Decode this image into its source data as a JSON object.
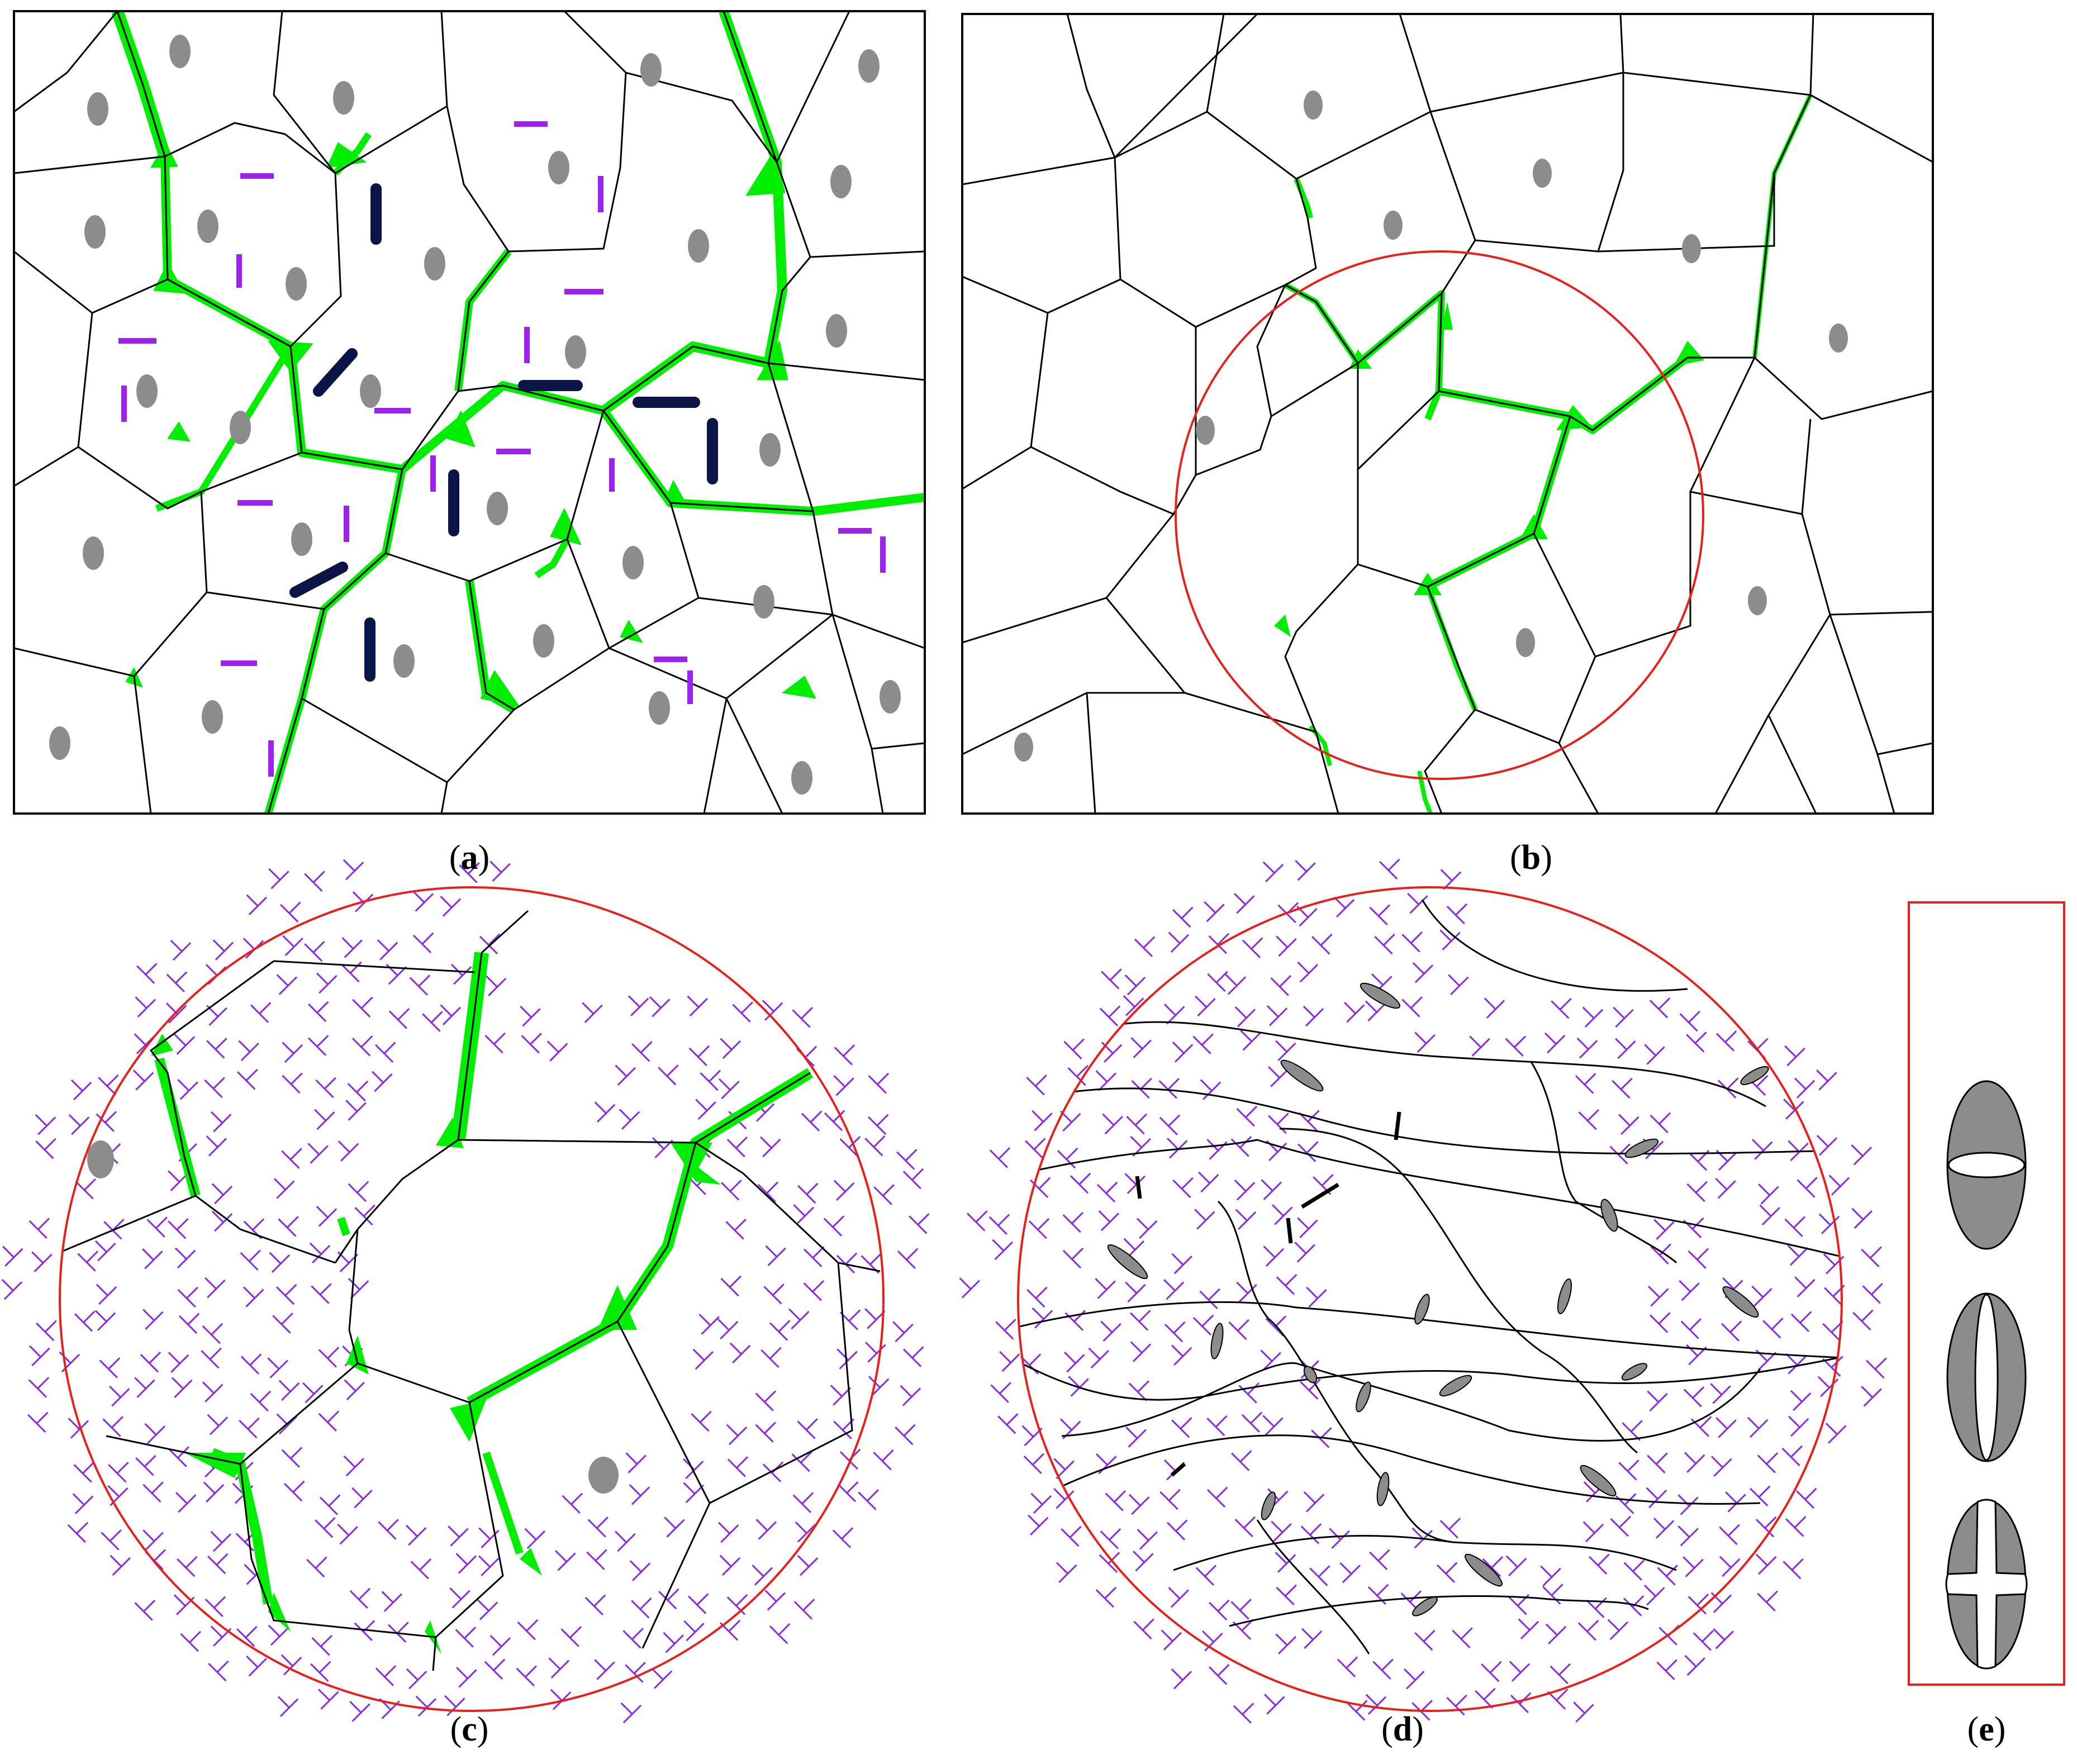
{
  "panels": [
    {
      "id": "a",
      "label": "a"
    },
    {
      "id": "b",
      "label": "b"
    },
    {
      "id": "c",
      "label": "c"
    },
    {
      "id": "d",
      "label": "d"
    },
    {
      "id": "e",
      "label": "e"
    }
  ],
  "colors": {
    "grain_boundary": "#000000",
    "second_phase": "#00ee00",
    "nucleus": "#8c8c8c",
    "precipitate_small": "#a020f0",
    "precipitate_large": "#0a1446",
    "dislocation": "#8a2be2",
    "highlight_circle": "#e8201c",
    "frame": "#000000",
    "background": "#ffffff"
  },
  "symbols": {
    "grain_nucleus": "gray-ellipse-icon",
    "dislocation": "inverted-t-icon",
    "void_in_particle": "white-slit-icon"
  }
}
